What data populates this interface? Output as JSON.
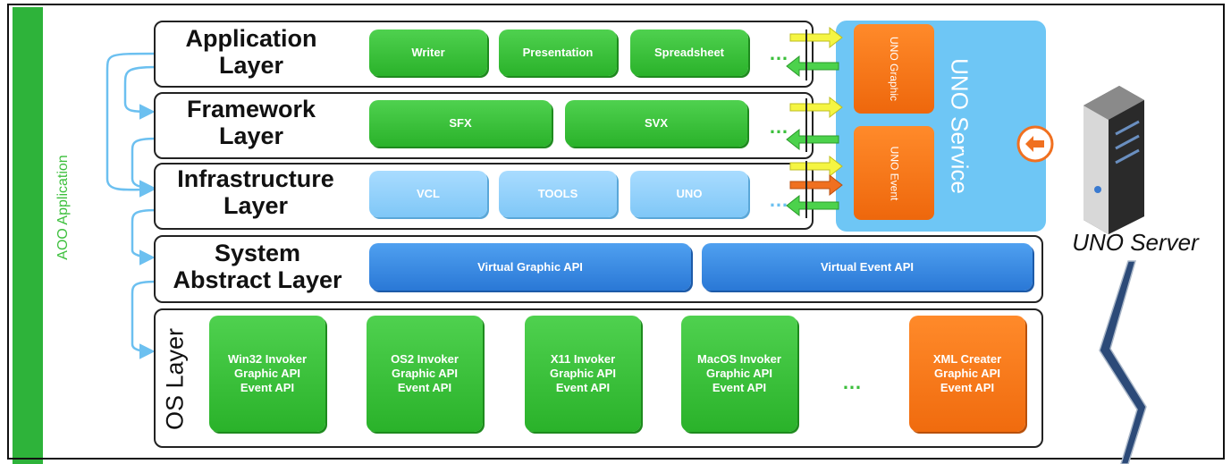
{
  "sidebar": {
    "label": "AOO Application",
    "color": "#2eb33a"
  },
  "layers": [
    {
      "id": "application",
      "title": "Application\nLayer",
      "components": [
        "Writer",
        "Presentation",
        "Spreadsheet"
      ],
      "more": "…"
    },
    {
      "id": "framework",
      "title": "Framework\nLayer",
      "components": [
        "SFX",
        "SVX"
      ],
      "more": "…"
    },
    {
      "id": "infrastructure",
      "title": "Infrastructure\nLayer",
      "components": [
        "VCL",
        "TOOLS",
        "UNO"
      ],
      "more": "…"
    },
    {
      "id": "system-abstract",
      "title": "System\nAbstract Layer",
      "components": [
        "Virtual Graphic API",
        "Virtual Event API"
      ]
    },
    {
      "id": "os",
      "title": "OS Layer",
      "components": [
        "Win32 Invoker\nGraphic API\nEvent API",
        "OS2 Invoker\nGraphic API\nEvent API",
        "X11 Invoker\nGraphic API\nEvent API",
        "MacOS Invoker\nGraphic API\nEvent API",
        "XML Creater\nGraphic API\nEvent API"
      ],
      "more": "…"
    }
  ],
  "uno": {
    "service_label": "UNO Service",
    "graphic_label": "UNO Graphic",
    "event_label": "UNO Event",
    "server_label": "UNO Server"
  },
  "colors": {
    "green": "#2ab22a",
    "light_blue": "#7fc7f7",
    "blue": "#2a78d6",
    "orange": "#f06b0e",
    "uno_panel": "#6ec6f5",
    "arrow_yellow": "#f5f542",
    "arrow_green": "#4cd24c",
    "arrow_orange": "#f07020",
    "connector_blue": "#6cc0f0"
  }
}
